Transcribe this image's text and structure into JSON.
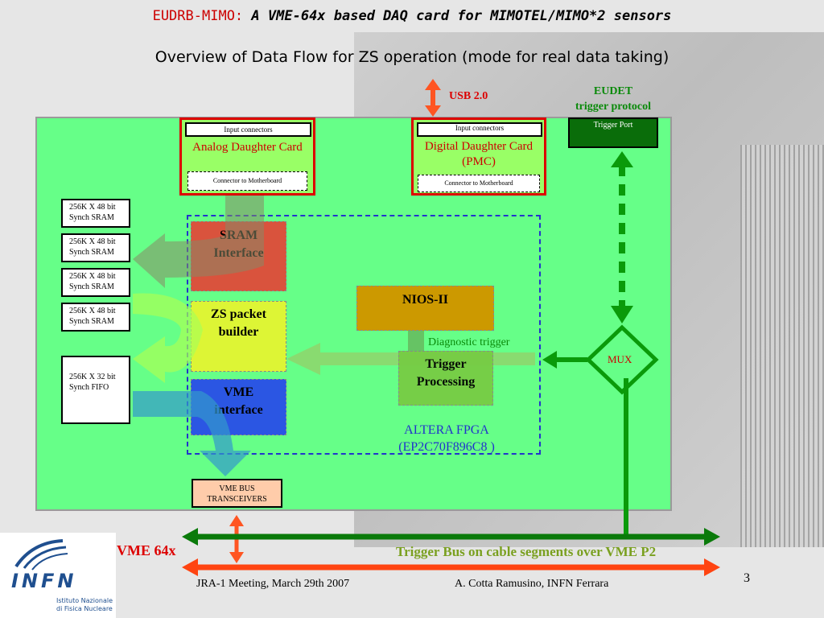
{
  "title": {
    "prefix": "EUDRB-MIMO:",
    "main": "A VME-64x based DAQ card for MIMOTEL/MIMO*2 sensors"
  },
  "subtitle": "Overview of Data Flow for ZS operation (mode for real data taking)",
  "usb_label": "USB 2.0",
  "eudet_label": [
    "EUDET",
    "trigger protocol"
  ],
  "trigger_port": "Trigger Port",
  "analog_card": {
    "input": "Input connectors",
    "name": "Analog Daughter Card",
    "connector": "Connector to Motherboard"
  },
  "digital_card": {
    "input": "Input connectors",
    "name": [
      "Digital Daughter Card",
      "(PMC)"
    ],
    "connector": "Connector to Motherboard"
  },
  "srams": [
    [
      "256K X 48 bit",
      "Synch SRAM"
    ],
    [
      "256K X 48 bit",
      "Synch SRAM"
    ],
    [
      "256K X 48 bit",
      "Synch SRAM"
    ],
    [
      "256K X 48 bit",
      "Synch SRAM"
    ]
  ],
  "fifo": [
    "256K X 32 bit",
    "Synch FIFO"
  ],
  "blocks": {
    "sram_interface": [
      "SRAM",
      "Interface"
    ],
    "zs_packet": [
      "ZS packet",
      "builder"
    ],
    "vme_interface": [
      "VME",
      "interface"
    ],
    "nios": "NIOS-II",
    "trigger_proc": [
      "Trigger",
      "Processing"
    ]
  },
  "diagnostic_trigger": "Diagnostic trigger",
  "mux": "MUX",
  "fpga_label": [
    "ALTERA FPGA",
    "(EP2C70F896C8 )"
  ],
  "vme_transceivers": [
    "VME BUS",
    "TRANSCEIVERS"
  ],
  "vme64x": "VME 64x",
  "trigger_bus": "Trigger Bus on cable segments over VME P2",
  "slide_number": "3",
  "footer_left": "JRA-1 Meeting, March 29th 2007",
  "footer_right": "A. Cotta Ramusino, INFN Ferrara",
  "logo": {
    "name": "INFN",
    "line1": "Istituto Nazionale",
    "line2": "di Fisica Nucleare"
  }
}
